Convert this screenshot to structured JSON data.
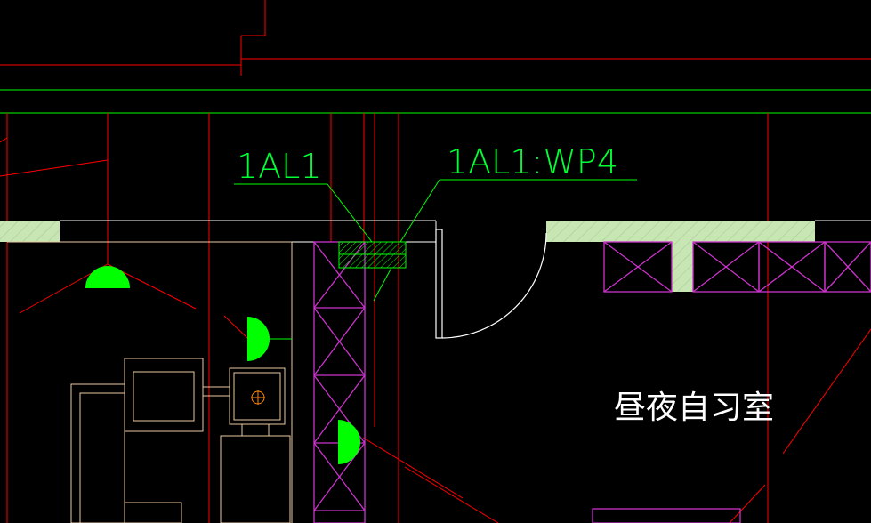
{
  "drawing": {
    "labels": {
      "panel_id": "1AL1",
      "circuit_id": "1AL1:WP4",
      "room_name": "昼夜自习室"
    },
    "colors": {
      "background": "#000000",
      "wire_red": "#ff0000",
      "grid_green": "#00ff00",
      "wall_hatch": "#c8e6b4",
      "partition_magenta": "#cc33cc",
      "fixture_green": "#00ff00",
      "equipment_tan": "#e8c8a0",
      "door_white": "#ffffff"
    },
    "icons": [
      "ceiling-lamp-icon",
      "wall-lamp-icon",
      "distribution-panel-icon",
      "door-swing-icon"
    ]
  }
}
